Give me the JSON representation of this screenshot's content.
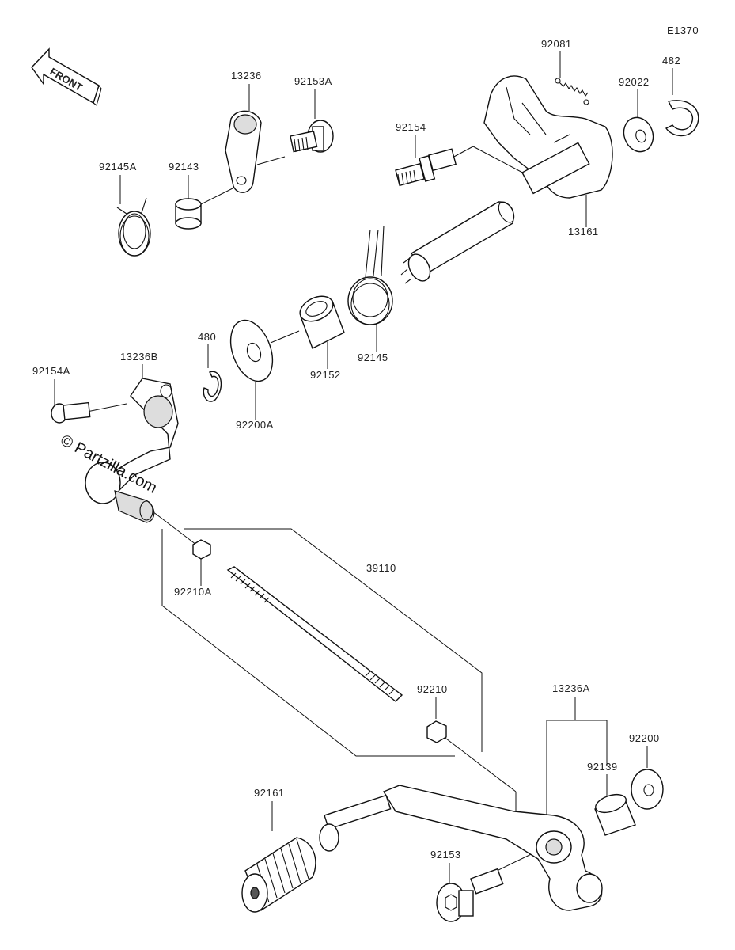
{
  "diagram": {
    "code": "E1370",
    "front_label": "FRONT",
    "watermark": "© Partzilla.com",
    "parts": [
      {
        "id": "p92081",
        "label": "92081"
      },
      {
        "id": "p482",
        "label": "482"
      },
      {
        "id": "p13236",
        "label": "13236"
      },
      {
        "id": "p92153A",
        "label": "92153A"
      },
      {
        "id": "p92022",
        "label": "92022"
      },
      {
        "id": "p92154",
        "label": "92154"
      },
      {
        "id": "p92145A",
        "label": "92145A"
      },
      {
        "id": "p92143",
        "label": "92143"
      },
      {
        "id": "p13161",
        "label": "13161"
      },
      {
        "id": "p480",
        "label": "480"
      },
      {
        "id": "p13236B",
        "label": "13236B"
      },
      {
        "id": "p92154A",
        "label": "92154A"
      },
      {
        "id": "p92152",
        "label": "92152"
      },
      {
        "id": "p92145",
        "label": "92145"
      },
      {
        "id": "p92200A",
        "label": "92200A"
      },
      {
        "id": "p39110",
        "label": "39110"
      },
      {
        "id": "p92210A",
        "label": "92210A"
      },
      {
        "id": "p92210",
        "label": "92210"
      },
      {
        "id": "p13236A",
        "label": "13236A"
      },
      {
        "id": "p92200",
        "label": "92200"
      },
      {
        "id": "p92139",
        "label": "92139"
      },
      {
        "id": "p92161",
        "label": "92161"
      },
      {
        "id": "p92153",
        "label": "92153"
      }
    ]
  }
}
